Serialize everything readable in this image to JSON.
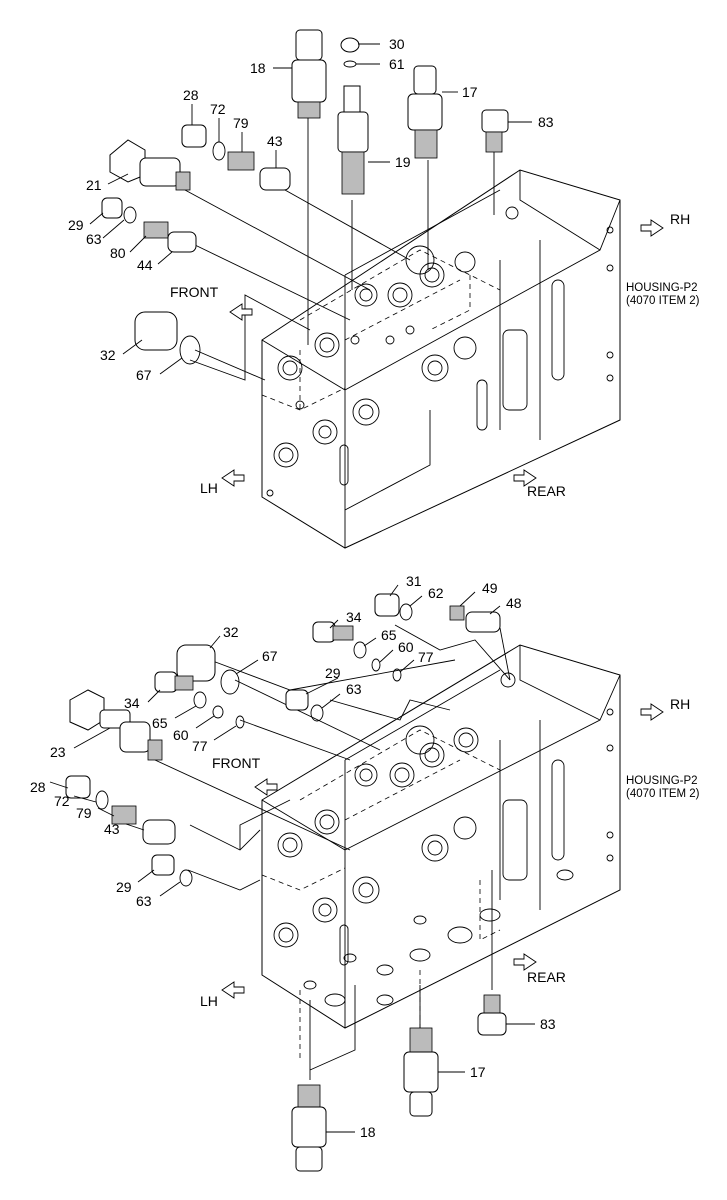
{
  "top_view": {
    "labels": {
      "p30": "30",
      "p61": "61",
      "p18": "18",
      "p17": "17",
      "p83": "83",
      "p28": "28",
      "p72": "72",
      "p79": "79",
      "p43": "43",
      "p19": "19",
      "p21": "21",
      "p29": "29",
      "p63": "63",
      "p80": "80",
      "p44": "44",
      "p32": "32",
      "p67": "67"
    },
    "directions": {
      "front": "FRONT",
      "rh": "RH",
      "lh": "LH",
      "rear": "REAR"
    },
    "housing": {
      "line1": "HOUSING-P2",
      "line2": "(4070 ITEM 2)"
    }
  },
  "bottom_view": {
    "labels": {
      "p31": "31",
      "p49": "49",
      "p62": "62",
      "p48": "48",
      "p34a": "34",
      "p65a": "65",
      "p60a": "60",
      "p77a": "77",
      "p32": "32",
      "p67": "67",
      "p29a": "29",
      "p63a": "63",
      "p34b": "34",
      "p65b": "65",
      "p60b": "60",
      "p77b": "77",
      "p23": "23",
      "p28": "28",
      "p72": "72",
      "p79": "79",
      "p43": "43",
      "p29b": "29",
      "p63b": "63",
      "p83": "83",
      "p17": "17",
      "p18": "18"
    },
    "directions": {
      "front": "FRONT",
      "rh": "RH",
      "lh": "LH",
      "rear": "REAR"
    },
    "housing": {
      "line1": "HOUSING-P2",
      "line2": "(4070 ITEM 2)"
    }
  }
}
